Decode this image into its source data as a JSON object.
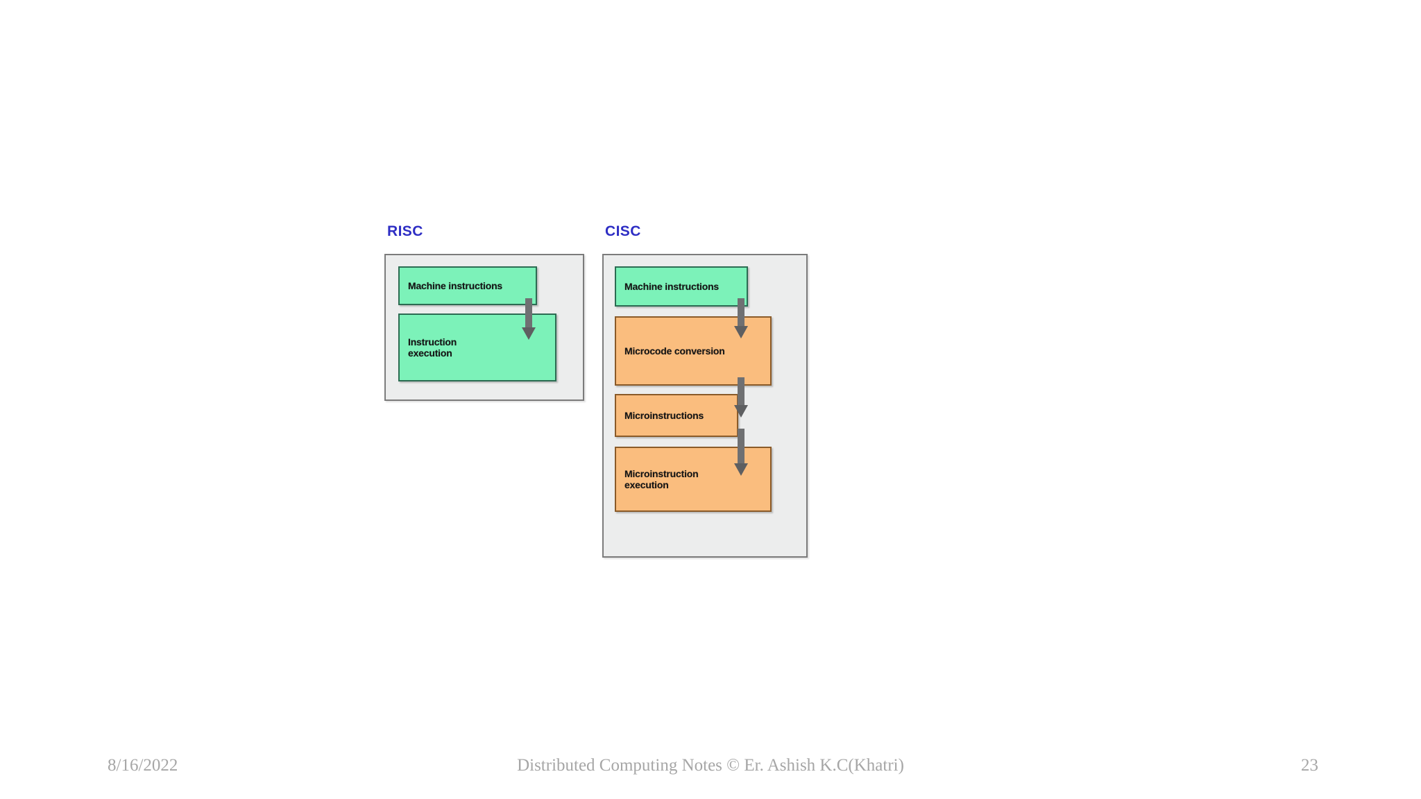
{
  "slide": {
    "background_color": "#ffffff",
    "page_number": "23"
  },
  "diagram": {
    "title_color": "#2e2ec4",
    "green_color": "#7cf2b9",
    "orange_color": "#fabd7e",
    "panel_color": "#eceded",
    "arrow_color": "#6f7072",
    "columns": [
      {
        "title": "RISC",
        "stages": [
          {
            "label": "Machine instructions",
            "color": "green"
          },
          {
            "label": "Instruction\nexecution",
            "color": "green"
          }
        ],
        "arrow_count": 1
      },
      {
        "title": "CISC",
        "stages": [
          {
            "label": "Machine instructions",
            "color": "green"
          },
          {
            "label": "Microcode conversion",
            "color": "orange"
          },
          {
            "label": "Microinstructions",
            "color": "orange"
          },
          {
            "label": "Microinstruction\nexecution",
            "color": "orange"
          }
        ],
        "arrow_count": 3
      }
    ]
  },
  "footer": {
    "date": "8/16/2022",
    "center": "Distributed Computing Notes © Er. Ashish K.C(Khatri)",
    "page": "23"
  }
}
